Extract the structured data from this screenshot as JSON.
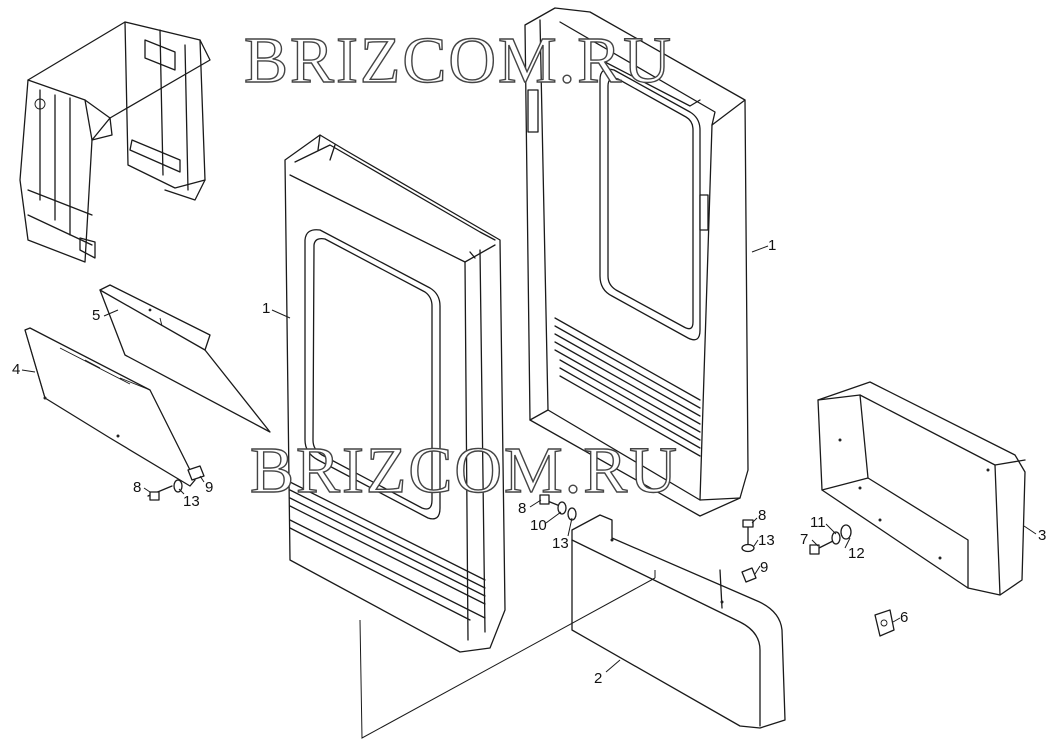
{
  "callouts": {
    "c1a": "1",
    "c1b": "1",
    "c2": "2",
    "c3": "3",
    "c4": "4",
    "c5": "5",
    "c6": "6",
    "c7": "7",
    "c8a": "8",
    "c8b": "8",
    "c8c": "8",
    "c9a": "9",
    "c9b": "9",
    "c10": "10",
    "c11": "11",
    "c12": "12",
    "c13a": "13",
    "c13b": "13",
    "c13c": "13"
  },
  "watermark": {
    "top": "BRIZCOM.RU",
    "middle": "BRIZCOM.RU"
  }
}
